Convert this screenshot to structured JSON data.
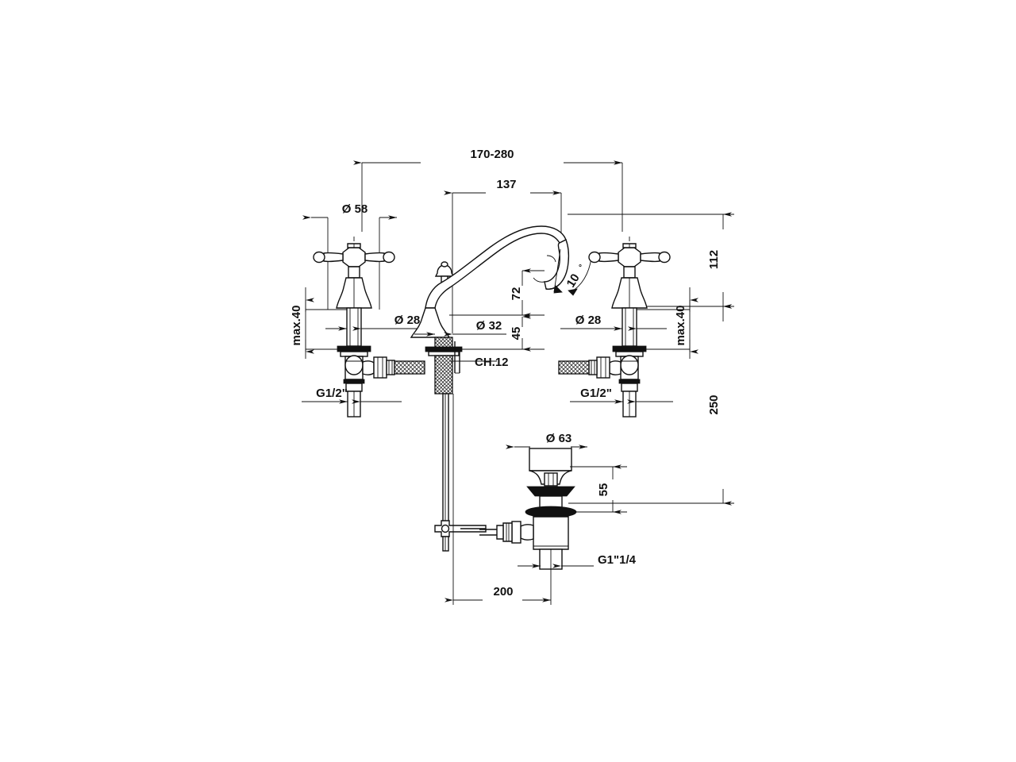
{
  "drawing": {
    "title": "Three-hole basin mixer with cross handles and pop-up waste — dimensioned technical drawing",
    "units": "mm",
    "line_color": "#111111",
    "background_color": "#ffffff"
  },
  "dimensions": {
    "spread_range": "170-280",
    "spout_reach": "137",
    "handle_rosette_dia": "Ø 58",
    "spout_height_72": "72",
    "spout_base_45": "45",
    "valve_shank_dia_left": "Ø 28",
    "valve_shank_dia_right": "Ø 28",
    "spout_shank_dia": "Ø 32",
    "wrench_size": "CH.12",
    "spout_tilt_angle": "10",
    "angle_unit": "°",
    "deck_thickness_left": "max.40",
    "deck_thickness_right": "max.40",
    "inlet_thread_left": "G1/2\"",
    "inlet_thread_right": "G1/2\"",
    "height_above_deck": "112",
    "height_below_deck": "250",
    "waste_flange_dia": "Ø 63",
    "waste_height": "55",
    "waste_outlet_thread": "G1\"1/4",
    "rod_to_waste": "200"
  }
}
